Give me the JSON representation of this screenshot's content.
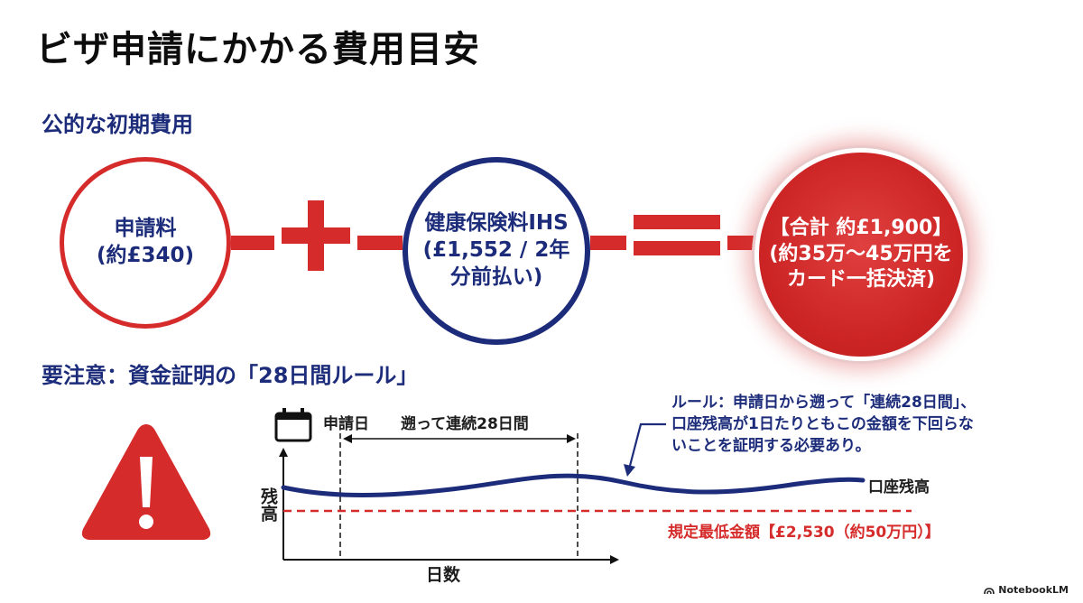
{
  "title": "ビザ申請にかかる費用目安",
  "section1": {
    "heading": "公的な初期費用",
    "fee": {
      "name": "申請料",
      "amount": "(約£340)"
    },
    "ihs": {
      "name": "健康保険料IHS",
      "line2": "(£1,552 / 2年",
      "line3": "分前払い)"
    },
    "total": {
      "line1": "【合計 約£1,900】",
      "line2": "(約35万～45万円を",
      "line3": "カード一括決済)"
    }
  },
  "section2": {
    "heading": "要注意：資金証明の「28日間ルール」",
    "date_label": "申請日",
    "period_label": "遡って連続28日間",
    "balance_label": "口座残高",
    "minimum_label": "規定最低金額【£2,530（約50万円）】",
    "x_axis": "日数",
    "y_axis": "残高",
    "rule_line1": "ルール：申請日から遡って「連続28日間」、",
    "rule_line2": "口座残高が1日たりともこの金額を下回らな",
    "rule_line3": "いことを証明する必要あり。"
  },
  "colors": {
    "red": "#d52b2b",
    "navy": "#1c2c7a"
  },
  "brand": "NotebookLM"
}
